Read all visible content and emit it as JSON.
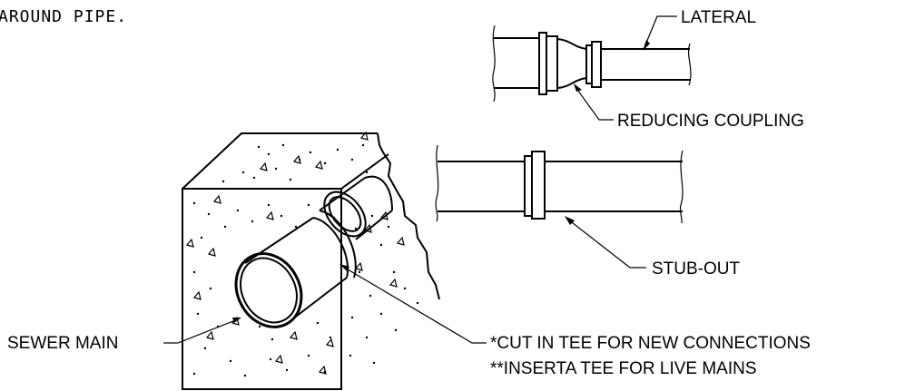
{
  "header": {
    "note_fragment": "AROUND  PIPE."
  },
  "labels": {
    "lateral": "LATERAL",
    "reducing_coupling": "REDUCING COUPLING",
    "stub_out": "STUB-OUT",
    "sewer_main": "SEWER MAIN",
    "cut_in_tee": "*CUT IN TEE FOR NEW CONNECTIONS",
    "inserta_tee": "**INSERTA TEE FOR LIVE MAINS"
  }
}
